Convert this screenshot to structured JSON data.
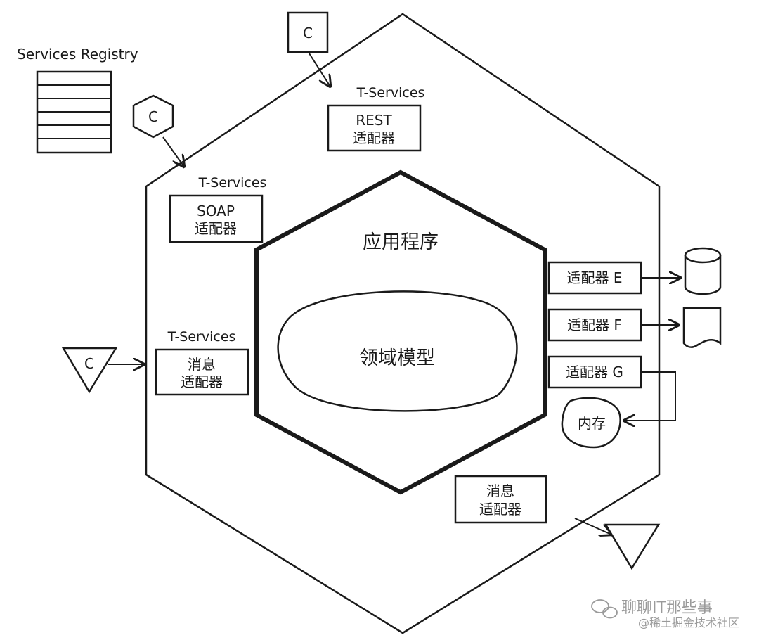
{
  "registry": {
    "title": "Services Registry"
  },
  "clients": {
    "square": "C",
    "hexagon": "C",
    "triangle": "C"
  },
  "groups": {
    "rest_group": "T-Services",
    "soap_group": "T-Services",
    "msg_group": "T-Services"
  },
  "adapters": {
    "rest": {
      "line1": "REST",
      "line2": "适配器"
    },
    "soap": {
      "line1": "SOAP",
      "line2": "适配器"
    },
    "message_left": {
      "line1": "消息",
      "line2": "适配器"
    },
    "message_bottom": {
      "line1": "消息",
      "line2": "适配器"
    },
    "e": "适配器 E",
    "f": "适配器 F",
    "g": "适配器 G"
  },
  "core": {
    "application": "应用程序",
    "domain": "领域模型"
  },
  "memory": "内存",
  "watermark": {
    "account": "聊聊IT那些事",
    "source": "@稀土掘金技术社区"
  }
}
